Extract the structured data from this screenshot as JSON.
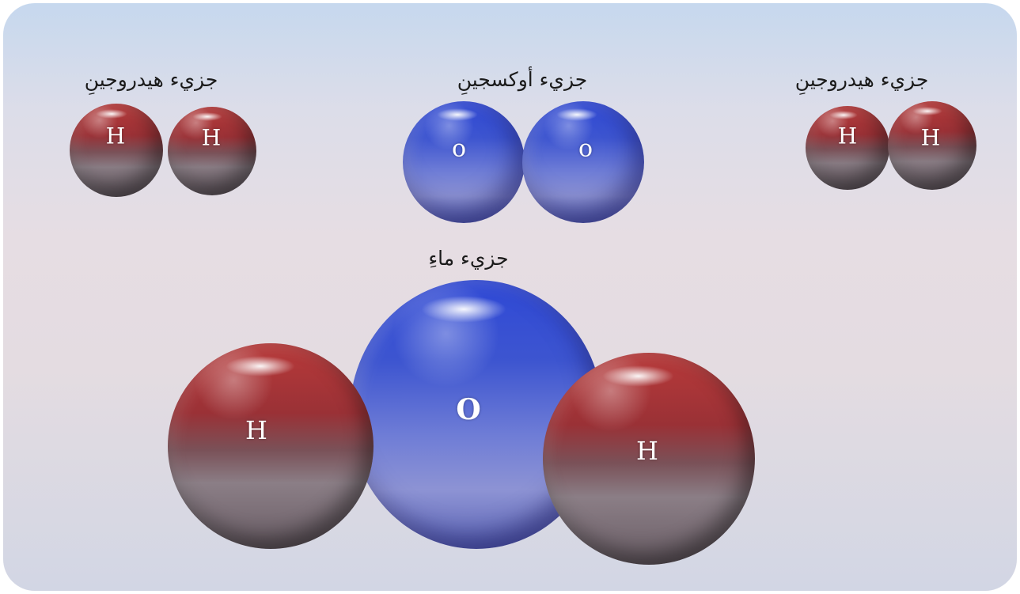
{
  "labels": {
    "hydrogen_left": "جزيء هيدروجينِ",
    "oxygen": "جزيء أوكسجينِ",
    "hydrogen_right": "جزيء هيدروجينِ",
    "water": "جزيء ماءِ"
  },
  "symbols": {
    "hydrogen": "H",
    "oxygen_small": "o",
    "oxygen_large": "O"
  },
  "colors": {
    "hydrogen_atom": "#9a3136",
    "oxygen_atom": "#3d55d0",
    "background_top": "#c6d8ee",
    "background_bottom": "#d2d6e4"
  }
}
